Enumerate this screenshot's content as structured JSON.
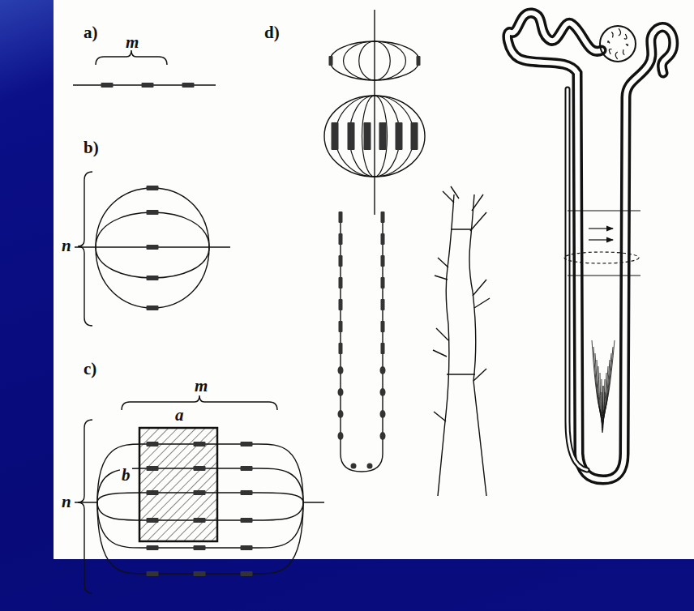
{
  "diagram": {
    "labels": [
      "a)",
      "m",
      "b)",
      "n",
      "c)",
      "m",
      "a",
      "b",
      "n",
      "d)"
    ]
  }
}
